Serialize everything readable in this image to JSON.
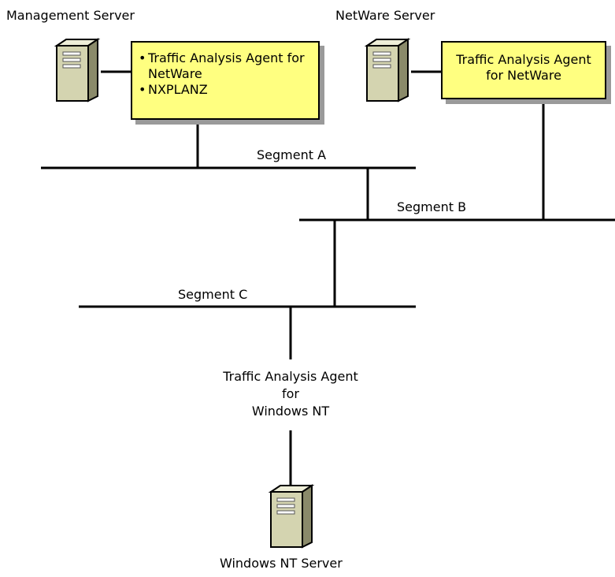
{
  "servers": {
    "management": {
      "label": "Management Server"
    },
    "netware": {
      "label": "NetWare Server"
    },
    "windows_nt": {
      "label": "Windows NT Server"
    }
  },
  "agents": {
    "management_box": {
      "items": [
        "Traffic Analysis Agent for NetWare",
        "NXPLANZ"
      ]
    },
    "netware_box": {
      "lines": [
        "Traffic Analysis Agent",
        "for NetWare"
      ]
    },
    "windows_nt": {
      "lines": [
        "Traffic Analysis Agent",
        "for",
        "Windows NT"
      ]
    }
  },
  "segments": {
    "a": "Segment A",
    "b": "Segment B",
    "c": "Segment C"
  },
  "colors": {
    "agent_box_fill": "#ffff80",
    "agent_box_shadow": "#9a9a9a",
    "server_body": "#d4d4b0",
    "server_side": "#8a8a6a",
    "line": "#000000"
  },
  "icons": {
    "server": "server-tower-icon"
  }
}
